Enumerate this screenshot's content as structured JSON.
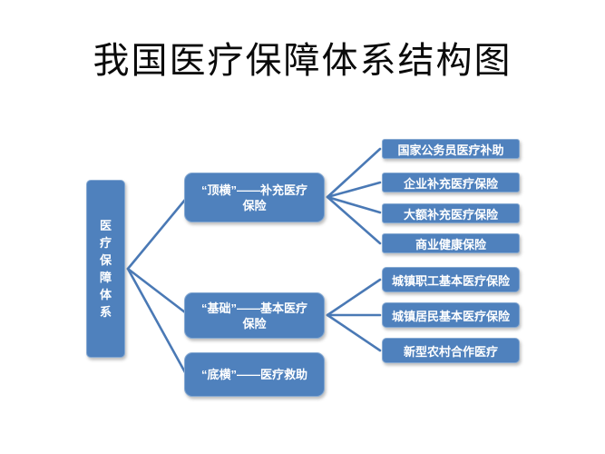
{
  "title": "我国医疗保障体系结构图",
  "root": {
    "label": "医疗保障体系"
  },
  "branches": [
    {
      "label_line1": "“顶横”——补充医疗",
      "label_line2": "保险",
      "children": [
        "国家公务员医疗补助",
        "企业补充医疗保险",
        "大额补充医疗保险",
        "商业健康保险"
      ]
    },
    {
      "label_line1": "“基础”——基本医疗",
      "label_line2": "保险",
      "children": [
        "城镇职工基本医疗保险",
        "城镇居民基本医疗保险",
        "新型农村合作医疗"
      ]
    },
    {
      "label_line1": "“底横”——医疗救助",
      "label_line2": "",
      "children": []
    }
  ],
  "colors": {
    "box_fill": "#4f81bd",
    "box_border": "#85a9d2",
    "connector_line": "#4a79b5",
    "box_text": "#ffffff",
    "title_text": "#0a0a0a",
    "background": "#ffffff"
  }
}
